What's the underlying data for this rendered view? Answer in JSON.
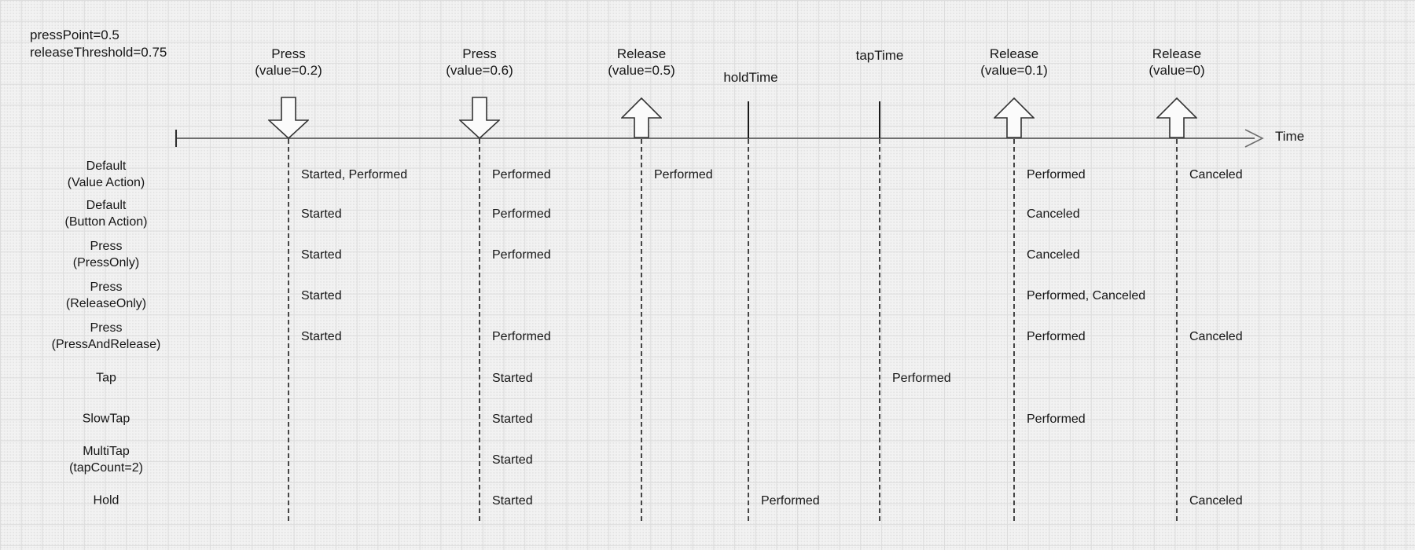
{
  "meta": {
    "line1": "pressPoint=0.5",
    "line2": "releaseThreshold=0.75"
  },
  "axis": {
    "time_label": "Time"
  },
  "colors": {
    "axis": "#6e6e6e",
    "marker_stroke": "#333333",
    "marker_fill": "#fbfbfb",
    "text": "#161616"
  },
  "events": [
    {
      "label_line1": "Press",
      "label_line2": "(value=0.2)",
      "marker": "arrow-down"
    },
    {
      "label_line1": "Press",
      "label_line2": "(value=0.6)",
      "marker": "arrow-down"
    },
    {
      "label_line1": "Release",
      "label_line2": "(value=0.5)",
      "marker": "arrow-up"
    },
    {
      "label_line1": "holdTime",
      "label_line2": "",
      "marker": "tick"
    },
    {
      "label_line1": "tapTime",
      "label_line2": "",
      "marker": "tick"
    },
    {
      "label_line1": "Release",
      "label_line2": "(value=0.1)",
      "marker": "arrow-up"
    },
    {
      "label_line1": "Release",
      "label_line2": "(value=0)",
      "marker": "arrow-up"
    }
  ],
  "rows": [
    {
      "label1": "Default",
      "label2": "(Value Action)",
      "cells": {
        "press02": "Started, Performed",
        "press06": "Performed",
        "rel05": "Performed",
        "rel01": "Performed",
        "rel0": "Canceled"
      }
    },
    {
      "label1": "Default",
      "label2": "(Button Action)",
      "cells": {
        "press02": "Started",
        "press06": "Performed",
        "rel01": "Canceled"
      }
    },
    {
      "label1": "Press",
      "label2": "(PressOnly)",
      "cells": {
        "press02": "Started",
        "press06": "Performed",
        "rel01": "Canceled"
      }
    },
    {
      "label1": "Press",
      "label2": "(ReleaseOnly)",
      "cells": {
        "press02": "Started",
        "rel01": "Performed, Canceled"
      }
    },
    {
      "label1": "Press",
      "label2": "(PressAndRelease)",
      "cells": {
        "press02": "Started",
        "press06": "Performed",
        "rel01": "Performed",
        "rel0": "Canceled"
      }
    },
    {
      "label1": "Tap",
      "label2": "",
      "cells": {
        "press06": "Started",
        "tap": "Performed"
      }
    },
    {
      "label1": "SlowTap",
      "label2": "",
      "cells": {
        "press06": "Started",
        "rel01": "Performed"
      }
    },
    {
      "label1": "MultiTap",
      "label2": "(tapCount=2)",
      "cells": {
        "press06": "Started"
      }
    },
    {
      "label1": "Hold",
      "label2": "",
      "cells": {
        "press06": "Started",
        "hold": "Performed",
        "rel0": "Canceled"
      }
    }
  ]
}
